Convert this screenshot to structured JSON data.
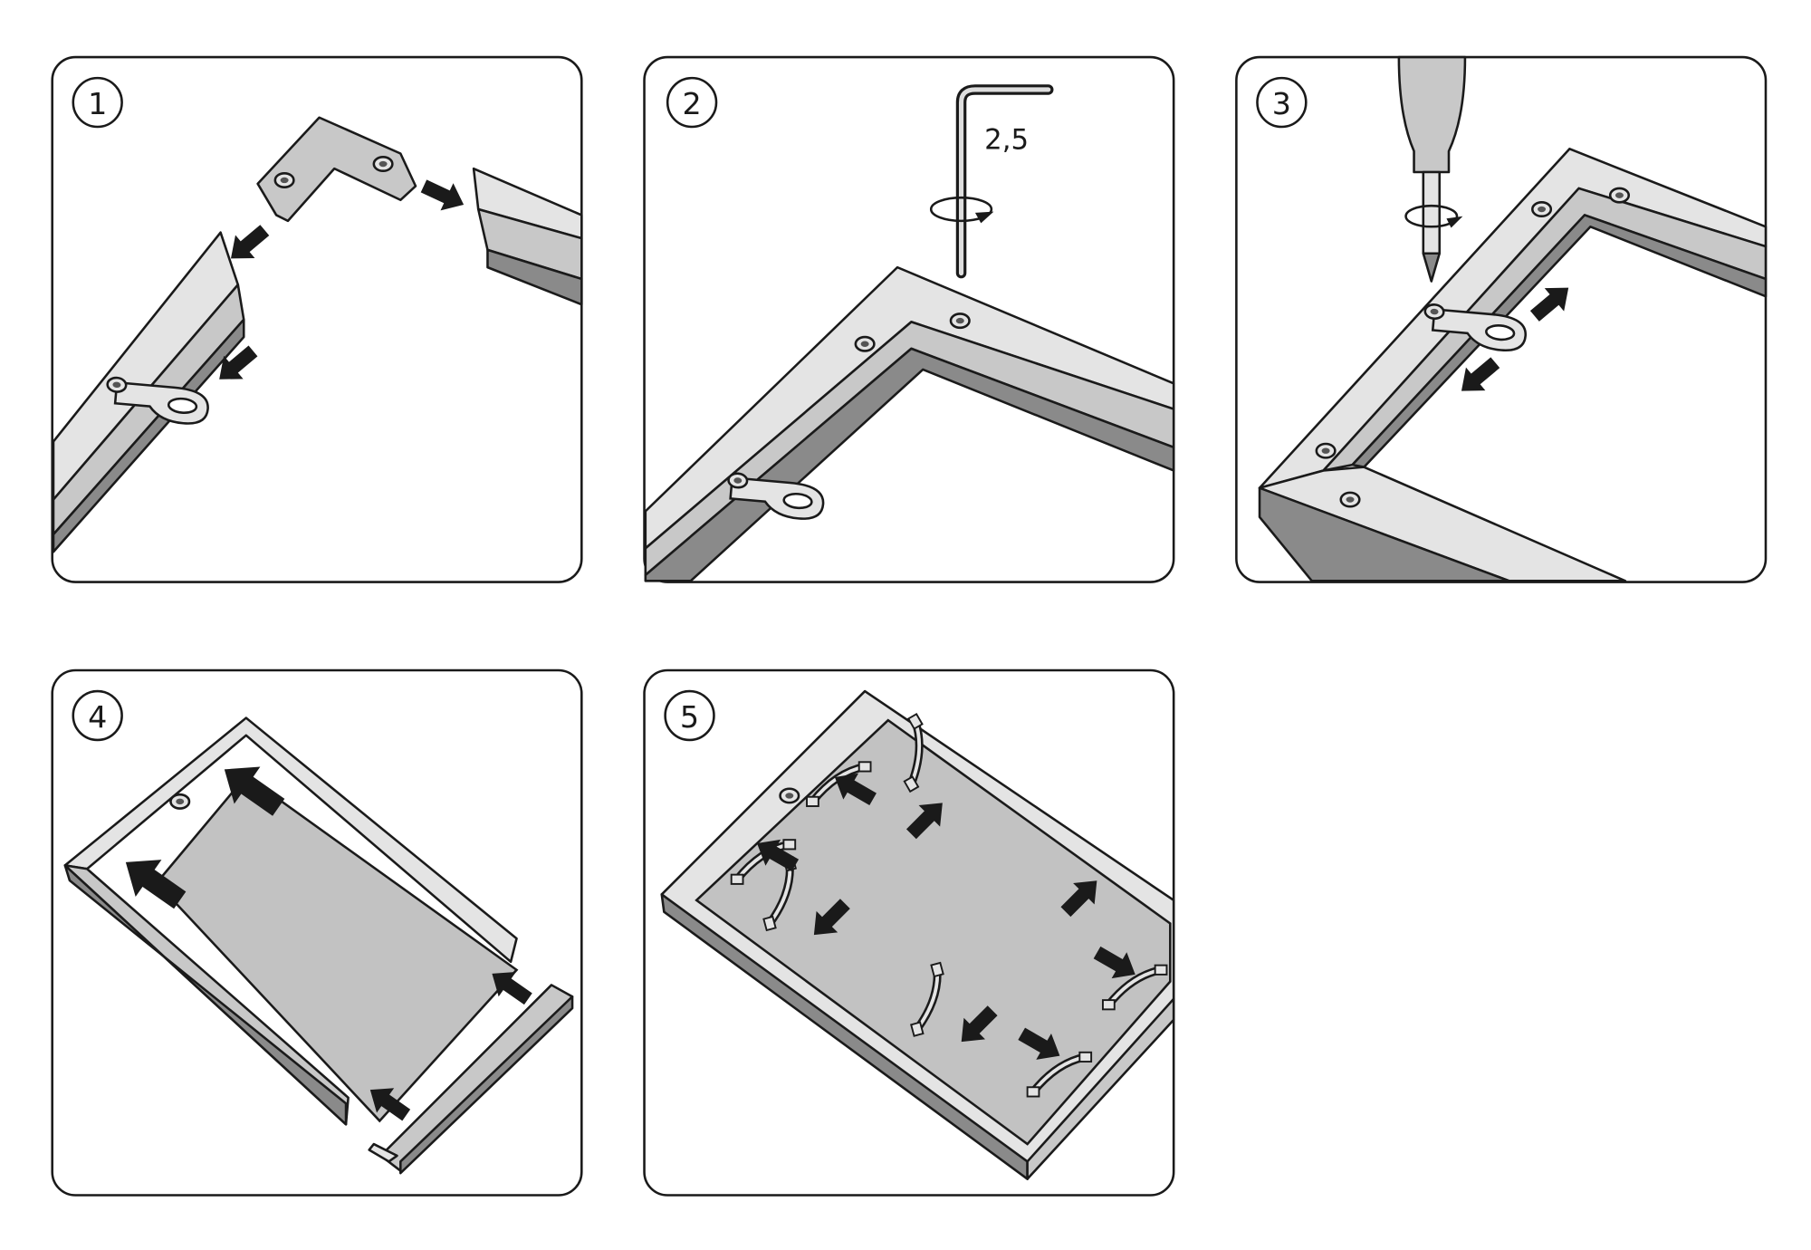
{
  "steps": [
    {
      "number": "1"
    },
    {
      "number": "2",
      "tool_size_label": "2,5"
    },
    {
      "number": "3"
    },
    {
      "number": "4"
    },
    {
      "number": "5"
    }
  ],
  "colors": {
    "outline": "#1a1a1a",
    "metal": "#c8c8c8",
    "board": "#c2c2c2",
    "background": "#ffffff"
  }
}
